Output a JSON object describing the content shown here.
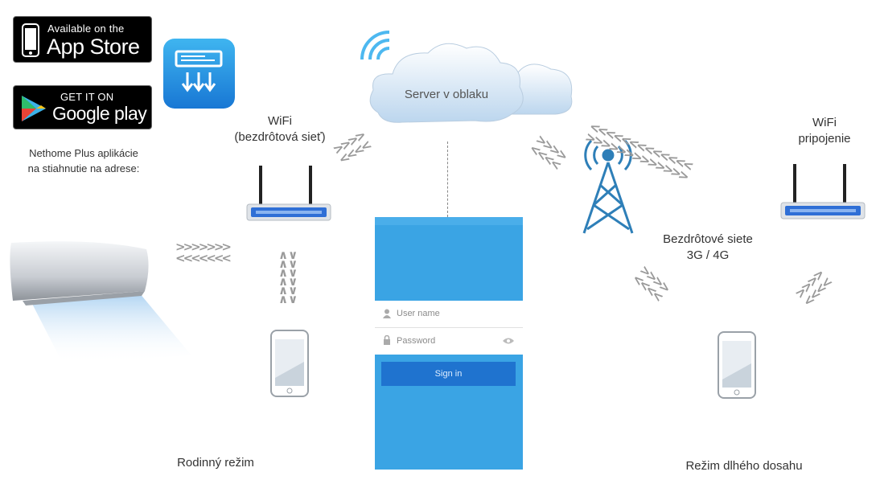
{
  "stores": {
    "appstore_small": "Available on the",
    "appstore_large": "App Store",
    "googleplay_small": "GET IT ON",
    "googleplay_large": "Google play"
  },
  "download_note_line1": "Nethome Plus aplikácie",
  "download_note_line2": "na stiahnutie na adrese:",
  "wifi_left_line1": "WiFi",
  "wifi_left_line2": "(bezdrôtová sieť)",
  "cloud_label": "Server v oblaku",
  "wifi_right_line1": "WiFi",
  "wifi_right_line2": "pripojenie",
  "mobile_networks_line1": "Bezdrôtové siete",
  "mobile_networks_line2": "3G / 4G",
  "family_mode": "Rodinný režim",
  "long_range_mode": "Režim dlhého dosahu",
  "app": {
    "username_placeholder": "User name",
    "password_placeholder": "Password",
    "signin_label": "Sign in"
  },
  "colors": {
    "app_blue": "#3aa4e4",
    "signin_blue": "#1f73cf",
    "router_blue": "#2f6fd6",
    "tower_blue": "#2e7fb8",
    "arrow_gray": "#9a9a9a"
  }
}
